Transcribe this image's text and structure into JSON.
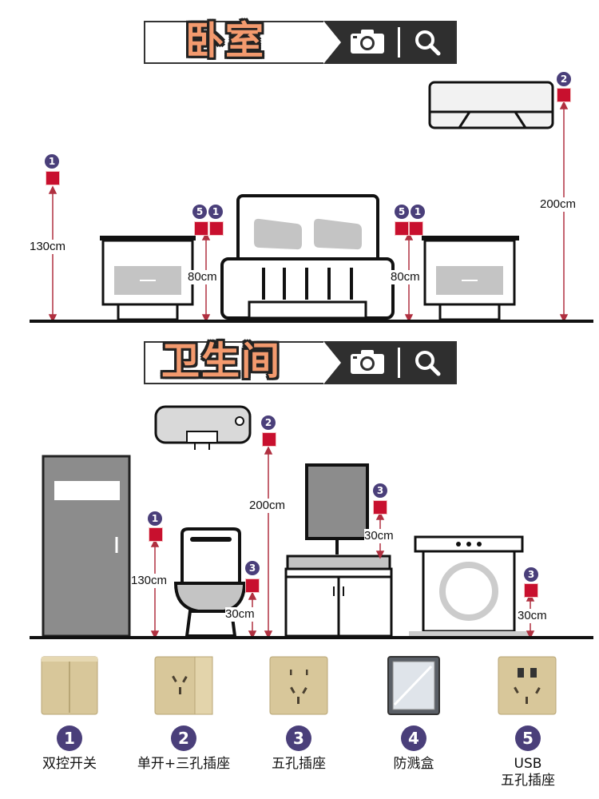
{
  "bedroom": {
    "title": "卧室",
    "dims": {
      "switch_height": "130cm",
      "nightstand_left": "80cm",
      "nightstand_right": "80cm",
      "ac_height": "200cm"
    },
    "markers": {
      "switch": "1",
      "ac": "2",
      "ns_left_a": "5",
      "ns_left_b": "1",
      "ns_right_a": "5",
      "ns_right_b": "1"
    }
  },
  "bathroom": {
    "title": "卫生间",
    "dims": {
      "switch_height": "130cm",
      "heater_height": "200cm",
      "toilet_height": "30cm",
      "mirror_height": "30cm",
      "washer_height": "30cm"
    },
    "markers": {
      "switch": "1",
      "heater": "2",
      "toilet": "3",
      "mirror": "3",
      "washer": "3"
    }
  },
  "legend": [
    {
      "num": "1",
      "label": "双控开关"
    },
    {
      "num": "2",
      "label": "单开+三孔插座"
    },
    {
      "num": "3",
      "label": "五孔插座"
    },
    {
      "num": "4",
      "label": "防溅盒"
    },
    {
      "num": "5",
      "label_line1": "USB",
      "label_line2": "五孔插座"
    }
  ],
  "icons": [
    "camera-icon",
    "search-icon"
  ],
  "colors": {
    "accent": "#f39a6e",
    "marker": "#c8102e",
    "badge": "#4a3f7a",
    "dimline": "#b03040"
  }
}
